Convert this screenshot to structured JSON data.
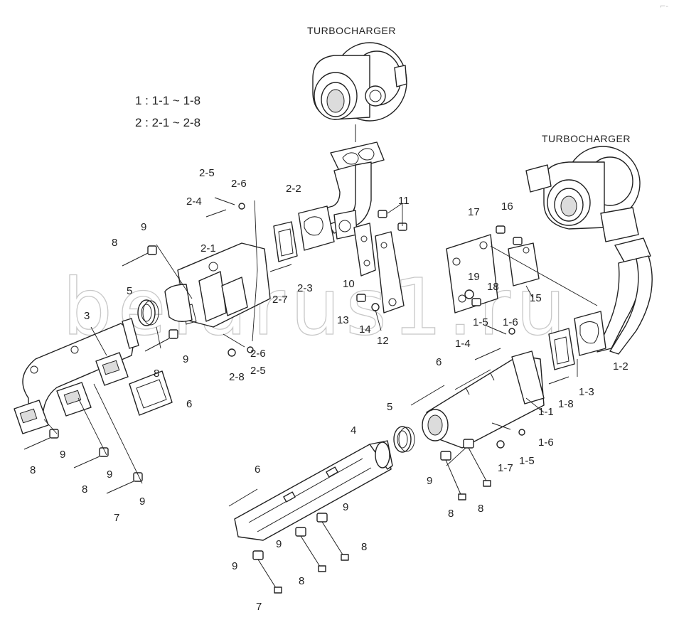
{
  "titles": {
    "turbo_top": "TURBOCHARGER",
    "turbo_right": "TURBOCHARGER"
  },
  "legend": {
    "line1": "1 : 1-1 ~ 1-8",
    "line2": "2 : 2-1 ~ 2-8"
  },
  "watermark": "belarus1.ru",
  "corner_mark": "⌐-",
  "labels": {
    "l_2_5a": "2-5",
    "l_2_6a": "2-6",
    "l_2_4": "2-4",
    "l_2_2": "2-2",
    "l_11": "11",
    "l_17": "17",
    "l_16": "16",
    "l_9a": "9",
    "l_8a": "8",
    "l_2_1": "2-1",
    "l_5a": "5",
    "l_2_7": "2-7",
    "l_2_3": "2-3",
    "l_10": "10",
    "l_19": "19",
    "l_18": "18",
    "l_15": "15",
    "l_3": "3",
    "l_13": "13",
    "l_14": "14",
    "l_12": "12",
    "l_1_5a": "1-5",
    "l_1_6a": "1-6",
    "l_9b": "9",
    "l_2_6b": "2-6",
    "l_1_4": "1-4",
    "l_8b": "8",
    "l_2_8": "2-8",
    "l_2_5b": "2-5",
    "l_6a": "6",
    "l_6b": "6",
    "l_1_2": "1-2",
    "l_1_3": "1-3",
    "l_1_1": "1-1",
    "l_1_8": "1-8",
    "l_5b": "5",
    "l_4": "4",
    "l_1_6b": "1-6",
    "l_9c": "9",
    "l_9d": "9",
    "l_1_7": "1-7",
    "l_1_5b": "1-5",
    "l_8c": "8",
    "l_6c": "6",
    "l_9e": "9",
    "l_8d": "8",
    "l_8e": "8",
    "l_9f": "9",
    "l_7a": "7",
    "l_9g": "9",
    "l_8f": "8",
    "l_9h": "9",
    "l_8g": "8",
    "l_7b": "7",
    "l_9i": "9",
    "l_8h": "8"
  }
}
